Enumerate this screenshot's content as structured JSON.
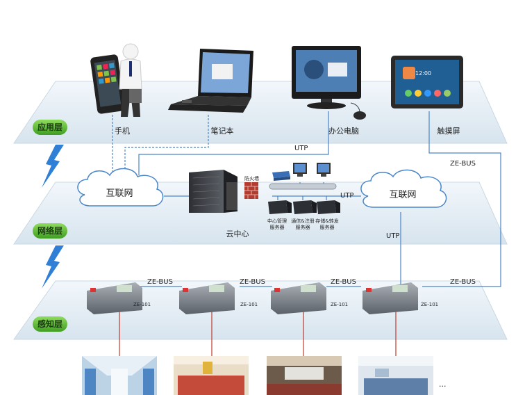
{
  "layers": {
    "app": "应用层",
    "network": "网络层",
    "sense": "感知层"
  },
  "devices": {
    "phone": "手机",
    "laptop": "笔记本",
    "desktop": "办公电脑",
    "touch": "触摸屏"
  },
  "network": {
    "internet_left": "互联网",
    "internet_right": "互联网",
    "firewall": "防火墙",
    "cloud_center": "云中心",
    "server1": [
      "中心管理",
      "服务器"
    ],
    "server2": [
      "通信&注册",
      "服务器"
    ],
    "server3": [
      "存储&转发",
      "服务器"
    ]
  },
  "links": {
    "utp_top": "UTP",
    "utp_mid": "UTP",
    "utp_right": "UTP",
    "zebus_right": "ZE-BUS",
    "zebus_1": "ZE-BUS",
    "zebus_2": "ZE-BUS",
    "zebus_3": "ZE-BUS",
    "zebus_4": "ZE-BUS"
  },
  "modules": {
    "model": "ZE-101"
  },
  "photos": {
    "more": "..."
  },
  "colors": {
    "layer_badge": "#5fbf3a",
    "link_blue": "#4a86c8",
    "link_red": "#c0392b"
  }
}
